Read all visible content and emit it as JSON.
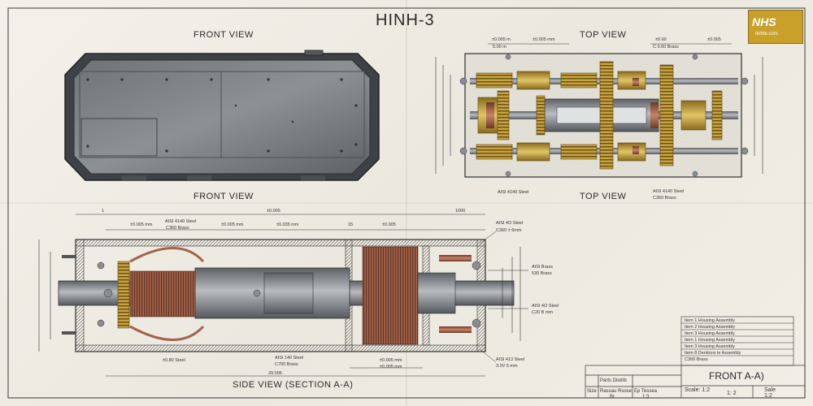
{
  "title": "HINH-3",
  "views": {
    "front_top_label": "FRONT VIEW",
    "front_bottom_label": "FRONT VIEW",
    "top_top_label": "TOP VIEW",
    "top_bottom_label": "TOP VIEW",
    "side_label": "SIDE VIEW (SECTION A-A)"
  },
  "logo": {
    "line1": "NHS",
    "line2": "tinhte.com"
  },
  "top_view_notes": {
    "n1": "±0.005 m",
    "n1b": "5.00 m",
    "n2": "±0.005 mm",
    "n3": "±0.60",
    "n3b": "C 0.60 Brass",
    "n4": "±0.005",
    "n5": "AISI 4140 Steel",
    "n6": "AISI 4140 Steel",
    "n6b": "C360 Brass"
  },
  "side_view_notes": {
    "d1": "1",
    "d2": "±0.005",
    "d3": "1000",
    "d4": "±0.005 mm",
    "d5": "AISI 4140 Steel",
    "d5b": "C360 Brass",
    "d6": "±0.005 mm",
    "d7": "±0.035 mm",
    "d8": "15",
    "d9": "±0.005",
    "d10": "AISI 4O Steel",
    "d10b": "C360 ± 6mm",
    "d11": "AISI Brass",
    "d11b": "530 Brass",
    "d12": "AISI 4O Steel",
    "d12b": "C20 B mm",
    "d13": "±0.80 Steel",
    "d14": "AISI 140 Steel",
    "d14b": "C700 Brass",
    "d15": "±0.005 mm",
    "d15b": "±0.005 mm",
    "d16": "AISI 413 Steel",
    "d16b": "3.0V 5 mm",
    "d17": "29.005"
  },
  "parts_list": [
    "Item 1 Housing Assembly",
    "Item 2 Housing Assembly",
    "Item 3 Housing Assembly",
    "Item 1 Housing Assembly",
    "Item 3 Housing Assembly",
    "Item 8 Dentions le Assembly",
    "C300 Brass"
  ],
  "title_block": {
    "parts_label": "Parts Distrib",
    "col1": "Size",
    "col2": "Rassau Rsose",
    "col3": "Ep Tessea",
    "v2": "Br",
    "v3": "1:3",
    "drawing_title": "FRONT A-A)",
    "scale_label": "Scale: 1:2",
    "scale_value": "1: 2",
    "sale_label": "Sale",
    "sale_value": "1:2"
  },
  "colors": {
    "paper": "#efece4",
    "steel": "#7d8186",
    "brass": "#c9a43e",
    "copper": "#b06a4e",
    "ink": "#2f2f2f"
  }
}
